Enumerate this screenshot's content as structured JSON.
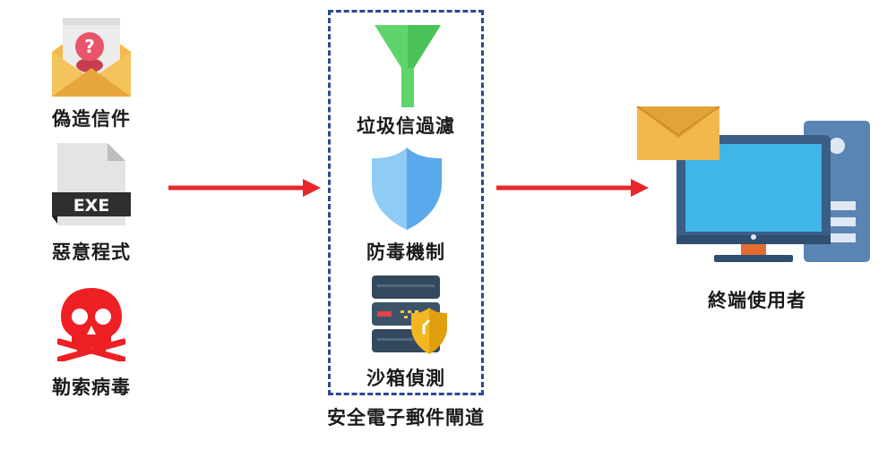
{
  "threats": [
    {
      "label": "偽造信件",
      "icon": "phishing-envelope-icon"
    },
    {
      "label": "惡意程式",
      "icon": "exe-file-icon",
      "file_ext": "EXE"
    },
    {
      "label": "勒索病毒",
      "icon": "skull-icon"
    }
  ],
  "gateway": {
    "title": "安全電子郵件閘道",
    "layers": [
      {
        "label": "垃圾信過濾",
        "icon": "funnel-icon"
      },
      {
        "label": "防毒機制",
        "icon": "shield-icon"
      },
      {
        "label": "沙箱偵測",
        "icon": "server-shield-icon"
      }
    ]
  },
  "endpoint": {
    "label": "終端使用者",
    "icon": "computer-with-mail-icon"
  },
  "colors": {
    "arrow": "#e8262a",
    "dashed_border": "#2b4a8f",
    "funnel": "#5fd46a",
    "shield_light": "#8ecbf5",
    "shield_dark": "#5aa9ec",
    "envelope": "#f2b84b",
    "skull": "#ee2025",
    "monitor": "#3a5f86",
    "screen": "#3fb5e8"
  }
}
